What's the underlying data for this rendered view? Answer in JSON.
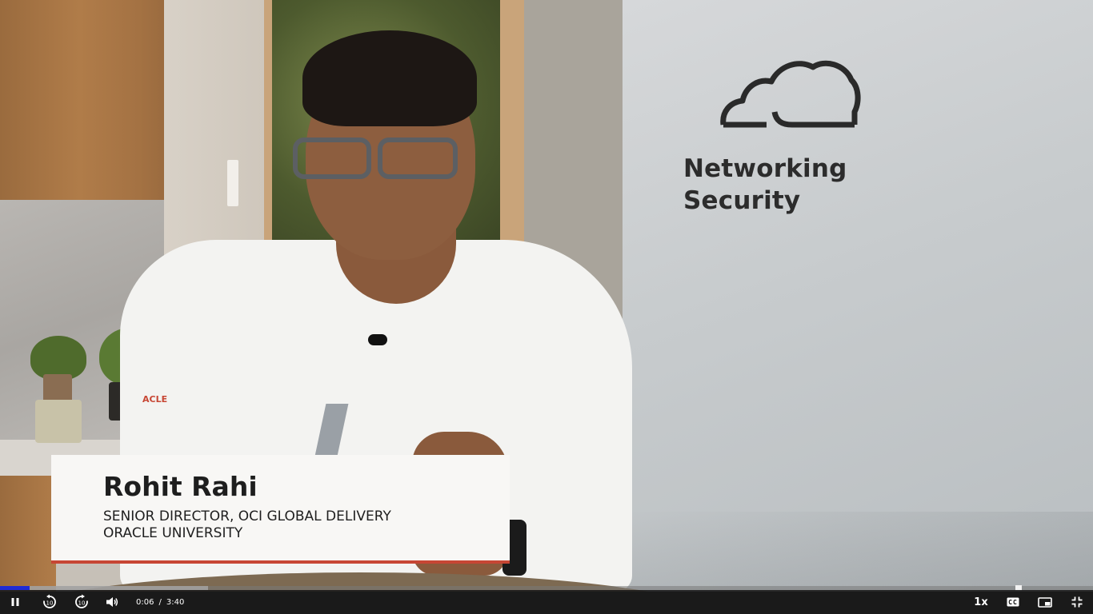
{
  "video": {
    "slide_logo": {
      "icon": "cloud-icon",
      "line1": "Networking",
      "line2": "Security"
    },
    "shirt_logo_text": "ACLE",
    "lower_third": {
      "name": "Rohit Rahi",
      "title": "SENIOR DIRECTOR, OCI GLOBAL DELIVERY",
      "organization": "ORACLE UNIVERSITY",
      "accent_color": "#c74634"
    }
  },
  "player": {
    "progress": {
      "played_fraction": 0.027,
      "buffered_fraction": 0.19,
      "played_color": "#1f2bd6"
    },
    "current_time": "0:06",
    "time_separator": "/",
    "duration": "3:40",
    "rewind_seconds": "10",
    "forward_seconds": "10",
    "playback_speed": "1x",
    "icons": {
      "play_pause": "pause-icon",
      "rewind": "rewind-10-icon",
      "forward": "forward-10-icon",
      "volume": "volume-icon",
      "captions": "closed-captions-icon",
      "pip": "picture-in-picture-icon",
      "fullscreen": "exit-fullscreen-icon"
    }
  }
}
